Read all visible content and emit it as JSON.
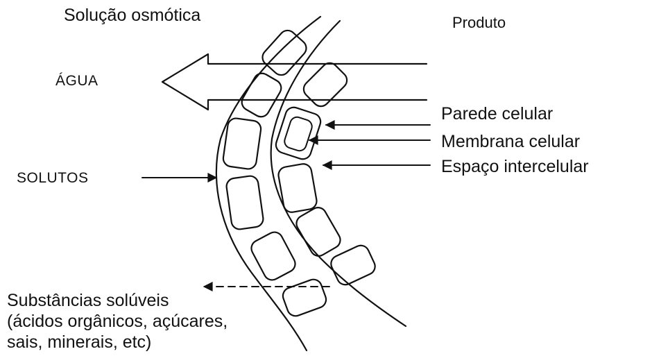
{
  "labels": {
    "solucao_osmotica": "Solução osmótica",
    "produto": "Produto",
    "agua": "ÁGUA",
    "solutos": "SOLUTOS",
    "parede_celular": "Parede celular",
    "membrana_celular": "Membrana celular",
    "espaco_intercelular": "Espaço intercelular",
    "substancias_line1": "Substâncias solúveis",
    "substancias_line2": "(ácidos orgânicos, açúcares,",
    "substancias_line3": "sais, minerais, etc)"
  },
  "colors": {
    "ink": "#111111",
    "background": "#ffffff"
  }
}
